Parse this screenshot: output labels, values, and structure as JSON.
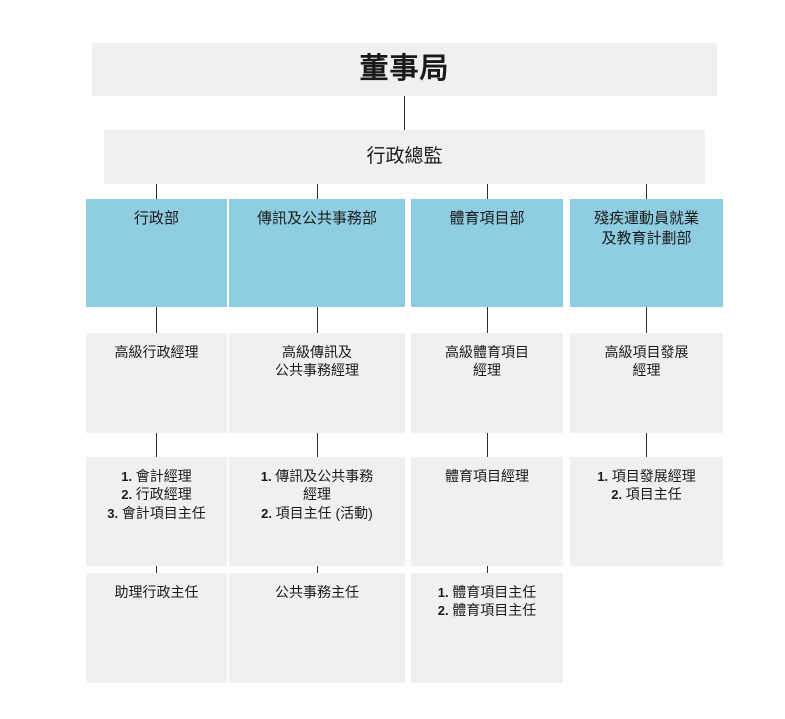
{
  "colors": {
    "department_fill": "#8ecde2",
    "box_fill": "#f0f0f0",
    "connector": "#2b2b2b",
    "text": "#1a1a1a",
    "background": "#ffffff"
  },
  "top": {
    "board_label": "董事局",
    "executive_label": "行政總監"
  },
  "columns": [
    {
      "department": "行政部",
      "senior_manager": "高級行政經理",
      "managers": [
        {
          "num": "1.",
          "text": "會計經理"
        },
        {
          "num": "2.",
          "text": "行政經理"
        },
        {
          "num": "3.",
          "text": "會計項目主任"
        }
      ],
      "officer": "助理行政主任"
    },
    {
      "department": "傳訊及公共事務部",
      "senior_manager": "高級傳訊及\n公共事務經理",
      "managers": [
        {
          "num": "1.",
          "text": "傳訊及公共事務\n經理"
        },
        {
          "num": "2.",
          "text": "項目主任 (活動)"
        }
      ],
      "officer": "公共事務主任"
    },
    {
      "department": "體育項目部",
      "senior_manager": "高級體育項目\n經理",
      "managers": [
        {
          "num": "",
          "text": "體育項目經理"
        }
      ],
      "officer_list": [
        {
          "num": "1.",
          "text": "體育項目主任"
        },
        {
          "num": "2.",
          "text": "體育項目主任"
        }
      ]
    },
    {
      "department": "殘疾運動員就業\n及教育計劃部",
      "senior_manager": "高級項目發展\n經理",
      "managers": [
        {
          "num": "1.",
          "text": "項目發展經理"
        },
        {
          "num": "2.",
          "text": "項目主任"
        }
      ]
    }
  ]
}
